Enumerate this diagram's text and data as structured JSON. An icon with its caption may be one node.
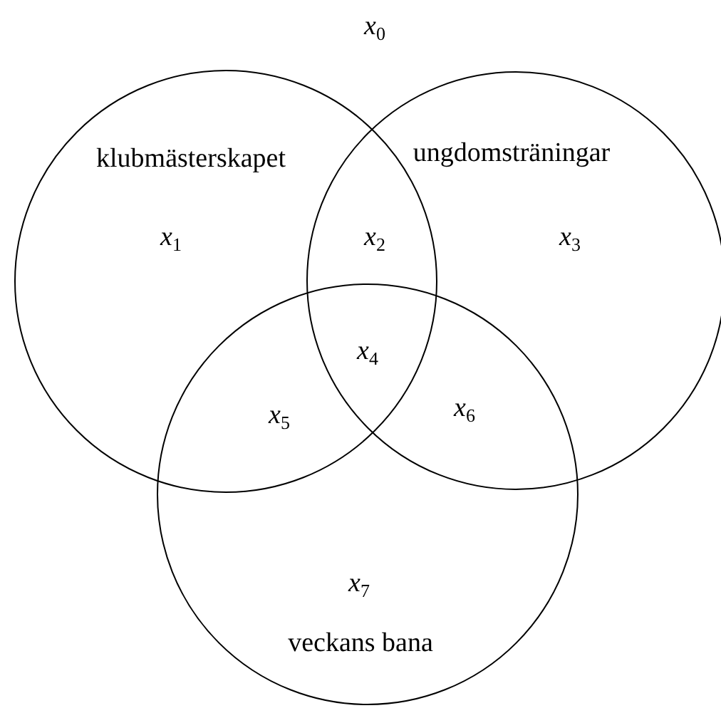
{
  "diagram": {
    "nodes": [
      {
        "text": [
          "klubmästerskapet"
        ]
      },
      {
        "text": [
          "ungdomsträningar"
        ]
      },
      {
        "text": [
          "veckans bana"
        ]
      }
    ],
    "labels": [
      "*x*$_{0}$",
      "*x*$_{1}$",
      "*x*$_{2}$",
      "*x*$_{3}$",
      "*x*$_{4}$",
      "*x*$_{5}$",
      "*x*$_{6}$",
      "*x*$_{7}$"
    ]
  }
}
